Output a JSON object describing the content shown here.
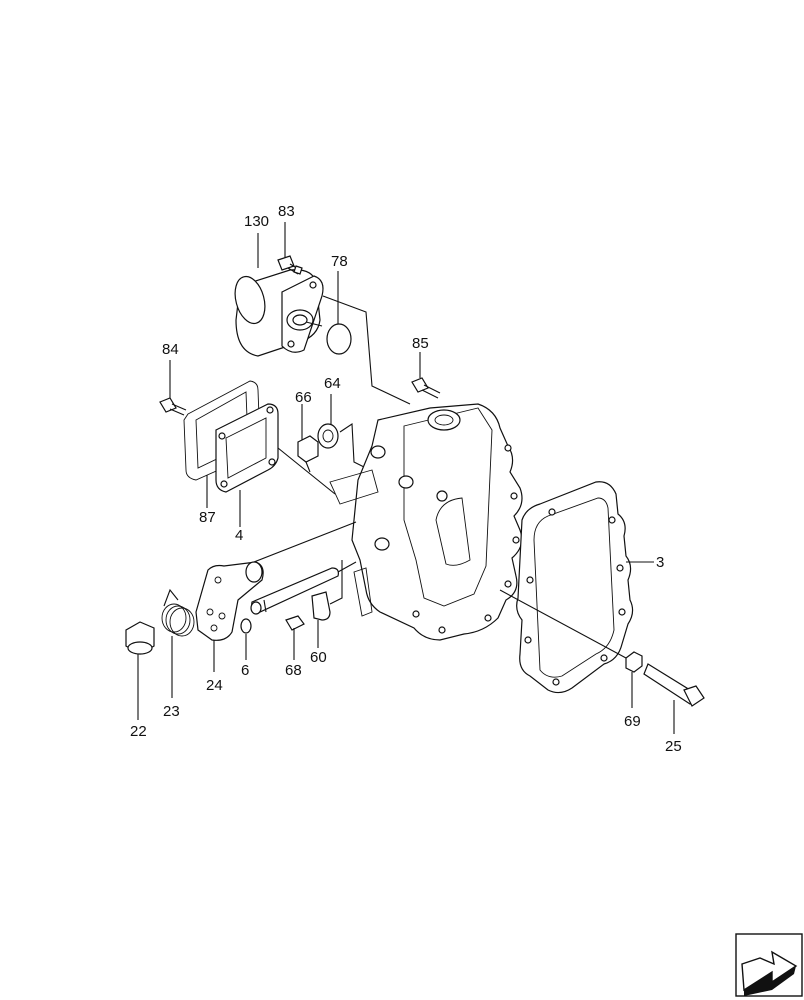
{
  "labels": {
    "p130": "130",
    "p83": "83",
    "p78": "78",
    "p84": "84",
    "p85": "85",
    "p64": "64",
    "p66": "66",
    "p87": "87",
    "p4": "4",
    "p3": "3",
    "p24": "24",
    "p6": "6",
    "p68": "68",
    "p60": "60",
    "p22": "22",
    "p23": "23",
    "p69": "69",
    "p25": "25"
  },
  "nav": {
    "icon": "next-page-arrow-icon"
  }
}
